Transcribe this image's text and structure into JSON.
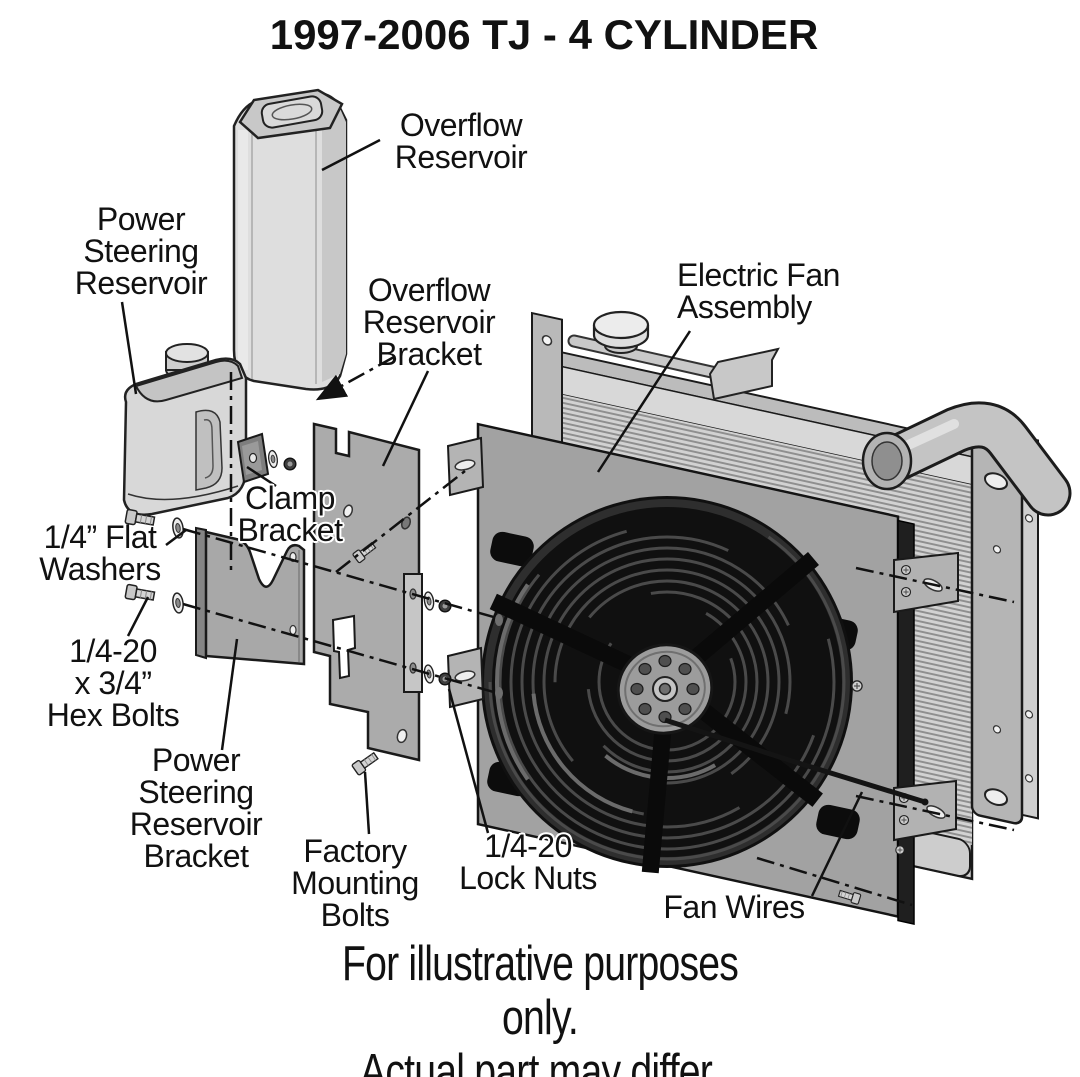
{
  "title": "1997-2006 TJ - 4 CYLINDER",
  "labels": {
    "overflow_reservoir": "Overflow\nReservoir",
    "power_steering_reservoir": "Power\nSteering\nReservoir",
    "overflow_reservoir_bracket": "Overflow\nReservoir\nBracket",
    "electric_fan_assembly": "Electric Fan\nAssembly",
    "clamp_bracket": "Clamp\nBracket",
    "flat_washers": "1/4” Flat\nWashers",
    "hex_bolts": "1/4-20\nx 3/4”\nHex Bolts",
    "power_steering_reservoir_bracket": "Power\nSteering\nReservoir\nBracket",
    "factory_mounting_bolts": "Factory\nMounting\nBolts",
    "lock_nuts": "1/4-20\nLock Nuts",
    "fan_wires": "Fan Wires"
  },
  "footer": "For illustrative purposes only.\nActual part may differ.",
  "colors": {
    "background": "#ffffff",
    "ink": "#111111",
    "part_gray_light": "#dedede",
    "part_gray_mid": "#ababab",
    "shroud_gray": "#a2a2a2",
    "fan_black": "#101010"
  }
}
